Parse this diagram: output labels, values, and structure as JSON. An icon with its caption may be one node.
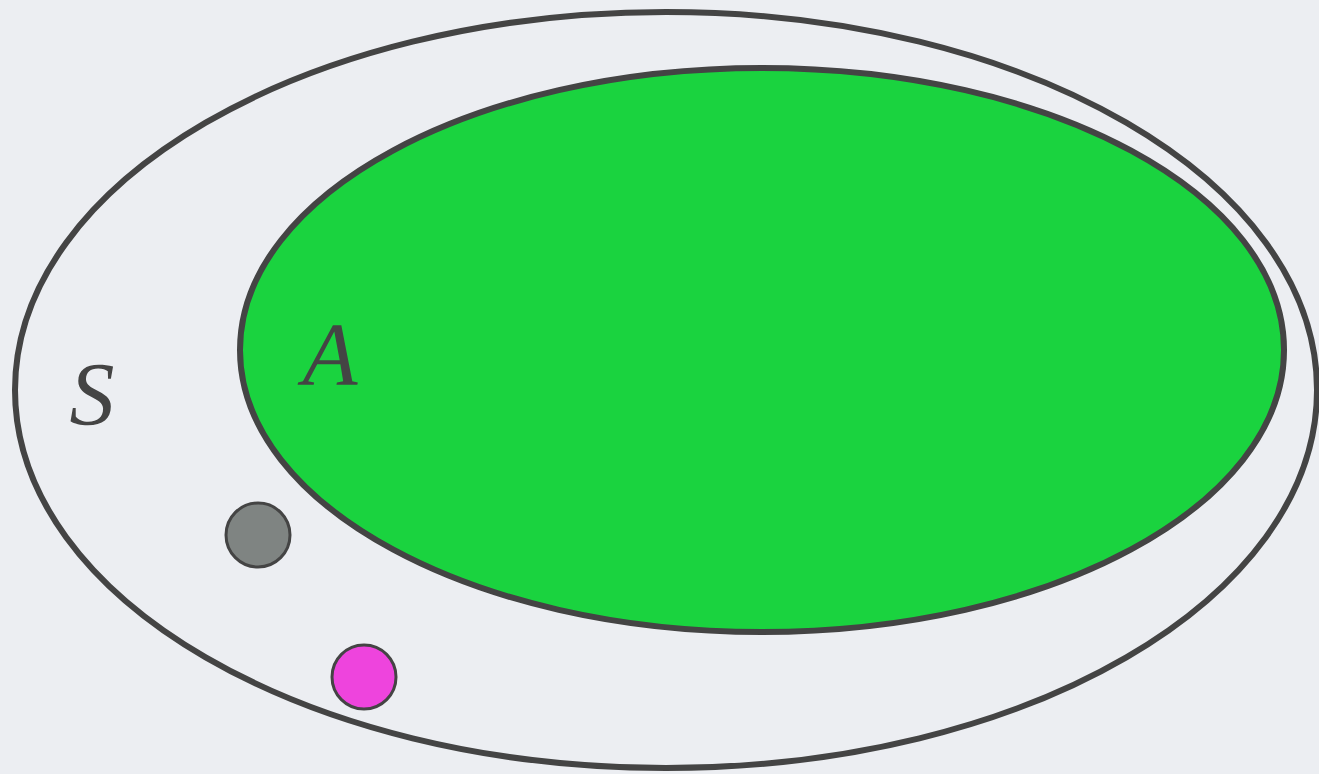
{
  "diagram": {
    "nodes": [
      {
        "text": [
          "S"
        ]
      },
      {
        "text": [
          "A"
        ],
        "in": 0
      },
      {
        "text": [],
        "shape": "circle",
        "in": 0
      },
      {
        "text": [],
        "shape": "circle",
        "in": 0
      }
    ]
  }
}
